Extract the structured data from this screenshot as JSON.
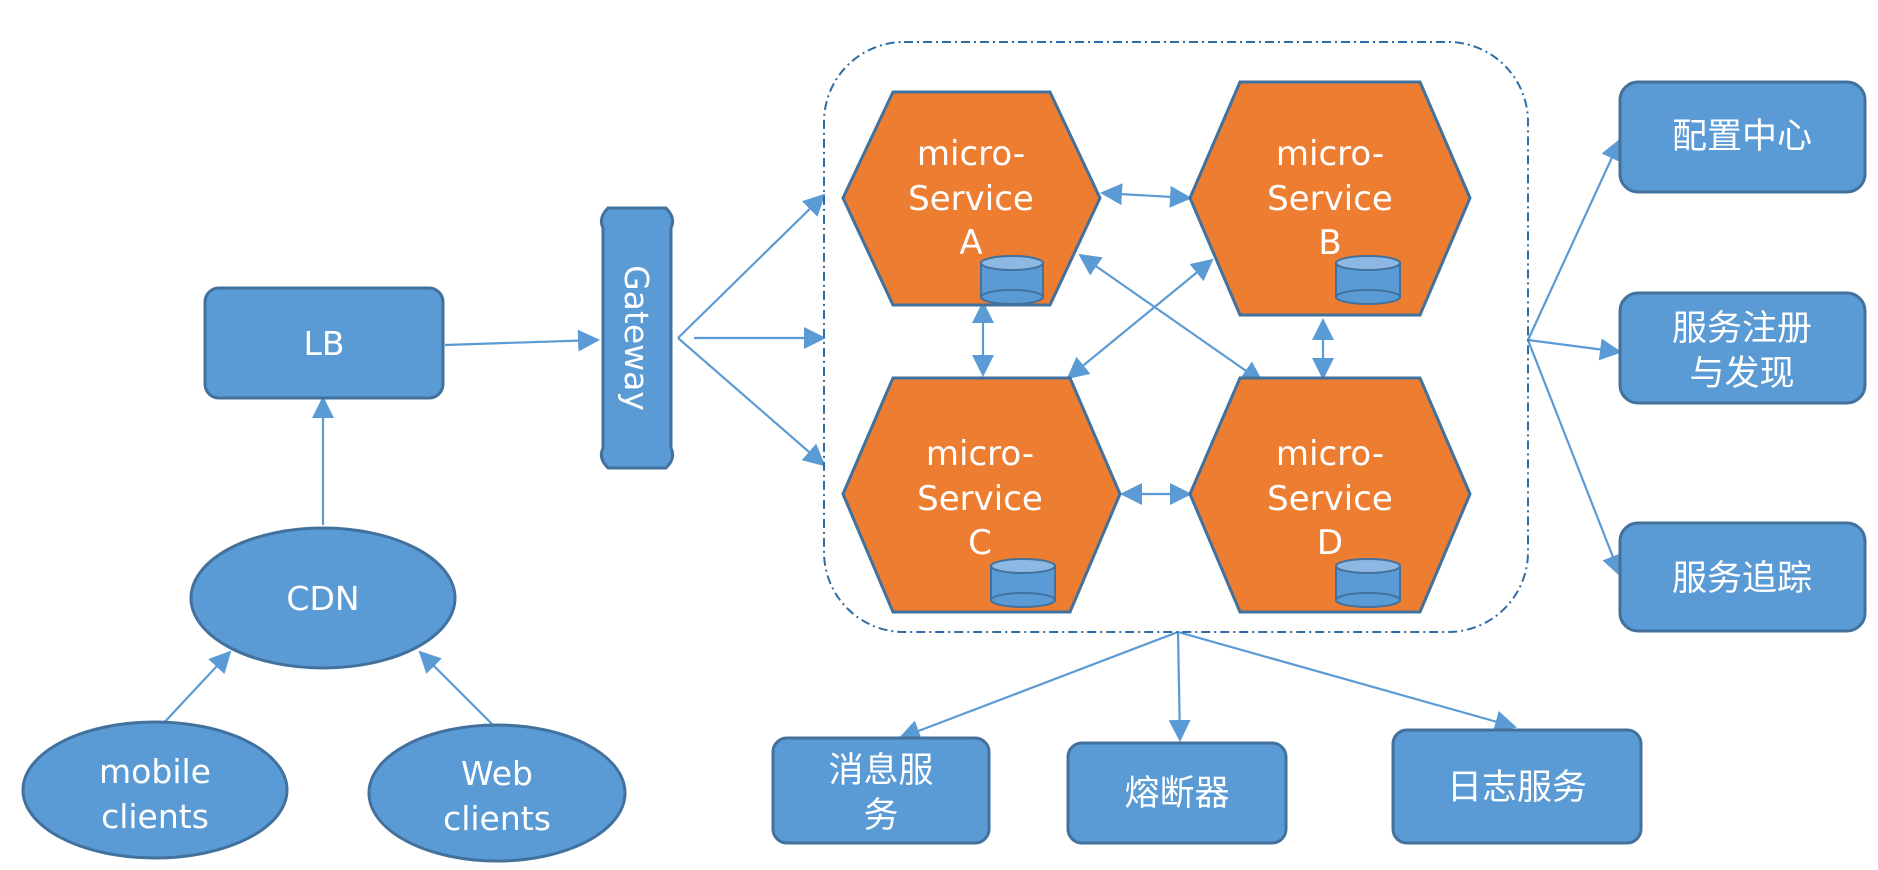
{
  "colors": {
    "blue_fill": "#5B9BD5",
    "blue_stroke": "#41719C",
    "orange_fill": "#ED7D31",
    "line": "#5B9BD5",
    "group_border": "#2E6DA4"
  },
  "nodes": {
    "lb": "LB",
    "cdn": "CDN",
    "mobile": [
      "mobile",
      "clients"
    ],
    "web": [
      "Web",
      "clients"
    ],
    "gateway": "Gateway",
    "ms_a": [
      "micro-",
      "Service",
      "A"
    ],
    "ms_b": [
      "micro-",
      "Service",
      "B"
    ],
    "ms_c": [
      "micro-",
      "Service",
      "C"
    ],
    "ms_d": [
      "micro-",
      "Service",
      "D"
    ],
    "config": "配置中心",
    "registry": [
      "服务注册",
      "与发现"
    ],
    "tracing": "服务追踪",
    "message": [
      "消息服",
      "务"
    ],
    "breaker": "熔断器",
    "logging": "日志服务"
  },
  "icons": {
    "database": "database-cylinder-icon"
  }
}
